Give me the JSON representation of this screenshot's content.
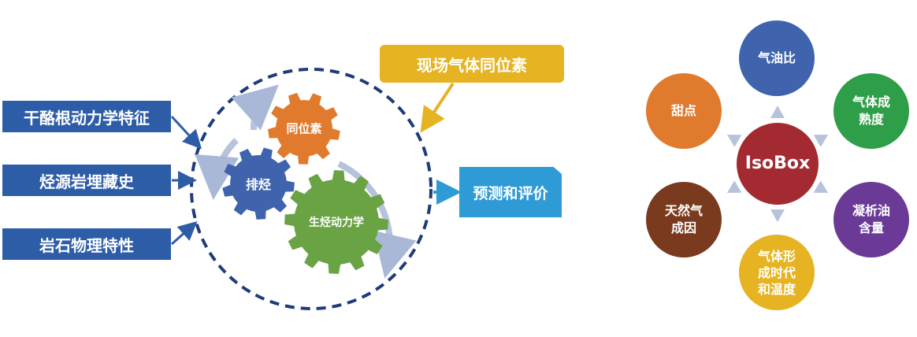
{
  "left_diagram": {
    "inputs": [
      {
        "label": "干酪根动力学特征"
      },
      {
        "label": "烃源岩埋藏史"
      },
      {
        "label": "岩石物理特性"
      }
    ],
    "top_input": {
      "label": "现场气体同位素"
    },
    "output": {
      "label": "预测和评价"
    },
    "gears": [
      {
        "label": "同位素",
        "color": "#e07b2e"
      },
      {
        "label": "排烃",
        "color": "#3f64ad"
      },
      {
        "label": "生烃动力学",
        "color": "#6aa343"
      }
    ],
    "colors": {
      "input_blue": "#2e5da8",
      "output_blue": "#2e9bd6",
      "gold": "#e6b323",
      "ring": "#1f3c78"
    }
  },
  "right_diagram": {
    "center": {
      "label": "IsoBox",
      "color": "#a42a32"
    },
    "satellites": [
      {
        "label": "气油比",
        "color": "#3f64ad"
      },
      {
        "label": "气体成\n熟度",
        "color": "#2e9e48"
      },
      {
        "label": "凝析油\n含量",
        "color": "#6a3a96"
      },
      {
        "label": "气体形\n成时代\n和温度",
        "color": "#e6b323"
      },
      {
        "label": "天然气\n成因",
        "color": "#7a3a1e"
      },
      {
        "label": "甜点",
        "color": "#e07b2e"
      }
    ],
    "arrow_color": "#b7c3dc"
  }
}
